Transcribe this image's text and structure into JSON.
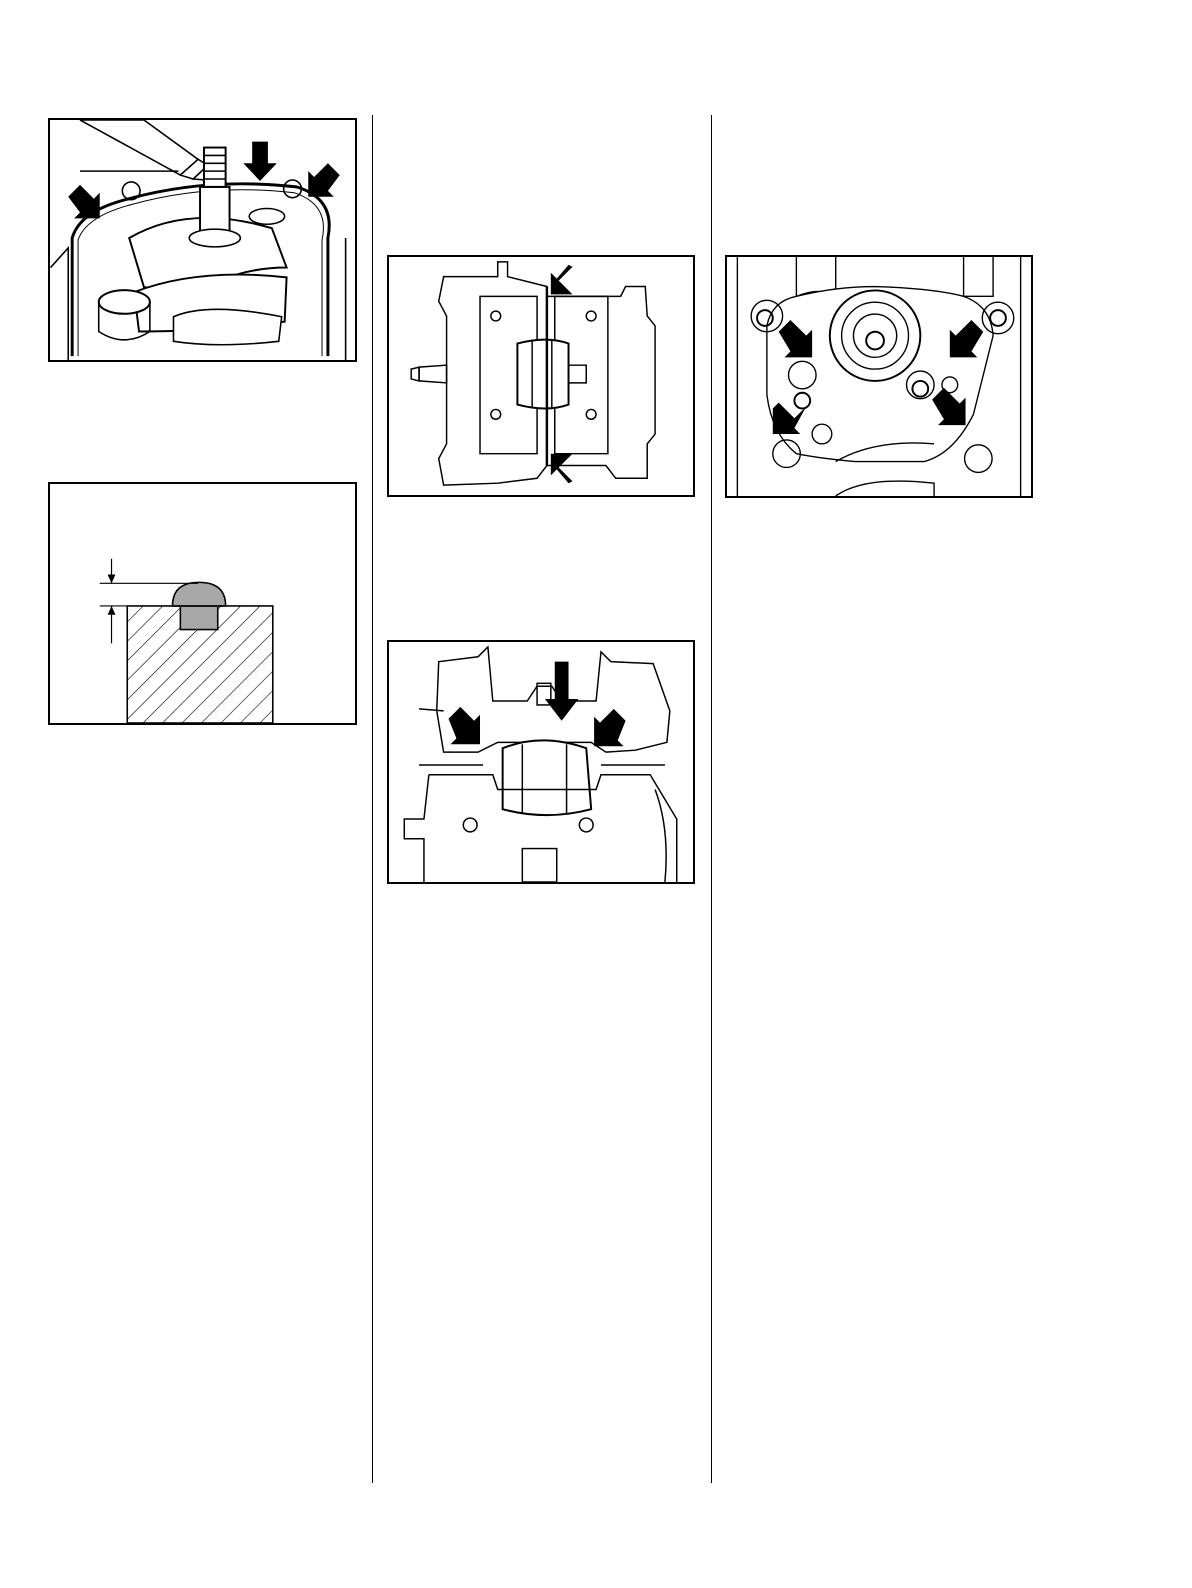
{
  "page": {
    "columns": 3,
    "figures": [
      {
        "id": "fig-crankshaft-sealant",
        "icon": "crankshaft-sealant-illustration"
      },
      {
        "id": "fig-sealant-bead-profile",
        "icon": "sealant-bead-cross-section-diagram"
      },
      {
        "id": "fig-crankcase-top-view",
        "icon": "crankcase-top-view-illustration"
      },
      {
        "id": "fig-crankcase-halves-assembly",
        "icon": "crankcase-halves-assembly-illustration"
      },
      {
        "id": "fig-crankcase-screws",
        "icon": "crankcase-screws-illustration"
      }
    ]
  },
  "colors": {
    "ink": "#000000",
    "sealant_fill": "#a8a8a8",
    "paper": "#ffffff"
  }
}
